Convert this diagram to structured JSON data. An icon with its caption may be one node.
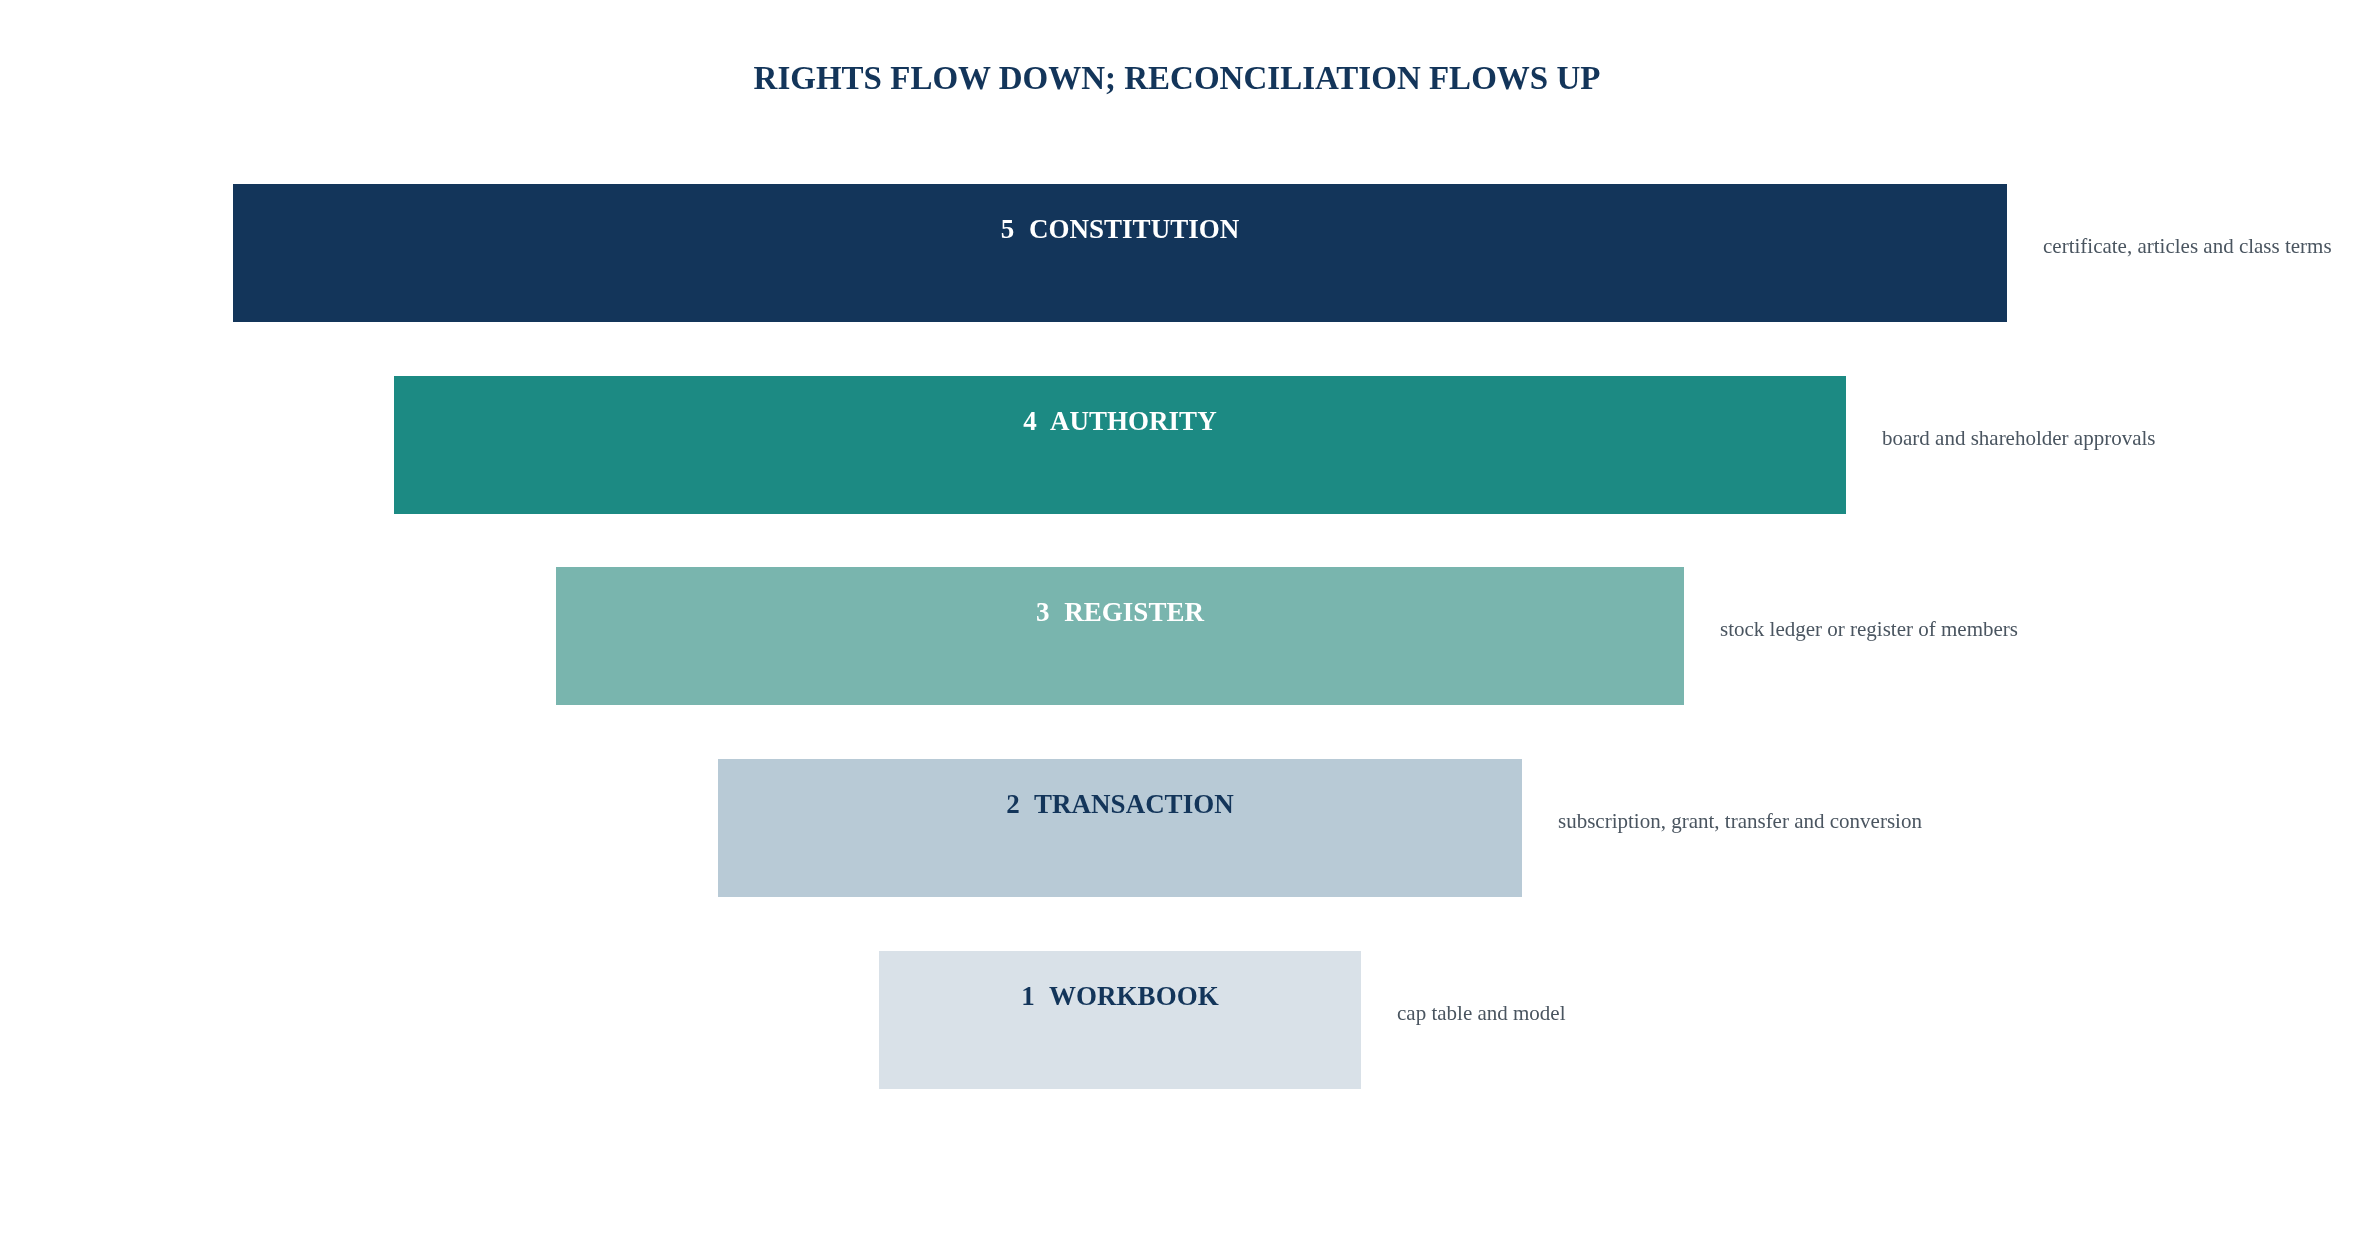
{
  "diagram": {
    "title": "RIGHTS FLOW DOWN; RECONCILIATION FLOWS UP",
    "nodes": [
      {
        "text": [
          "5 CONSTITUTION"
        ],
        "beside": [
          "certificate, articles and class terms"
        ]
      },
      {
        "text": [
          "4 AUTHORITY"
        ],
        "beside": [
          "board and shareholder approvals"
        ]
      },
      {
        "text": [
          "3 REGISTER"
        ],
        "beside": [
          "stock ledger or register of members"
        ]
      },
      {
        "text": [
          "2 TRANSACTION"
        ],
        "beside": [
          "subscription, grant, transfer and conversion"
        ]
      },
      {
        "text": [
          "1 WORKBOOK"
        ],
        "beside": [
          "cap table and model"
        ]
      }
    ]
  }
}
